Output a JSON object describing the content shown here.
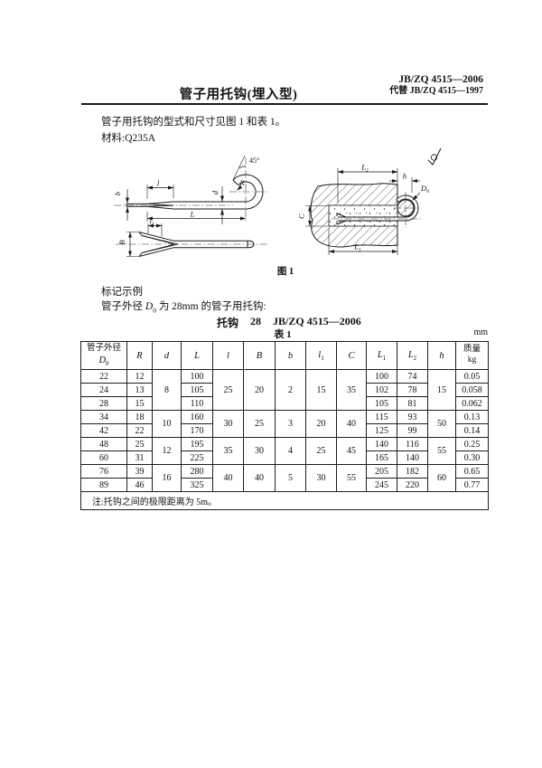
{
  "header": {
    "title": "管子用托钩(埋入型)",
    "doc_no": "JB/ZQ 4515—2006",
    "supersedes": "代替 JB/ZQ 4515—1997"
  },
  "body": {
    "intro": "管子用托钩的型式和尺寸见图 1 和表 1。",
    "material": "材料:Q235A",
    "marking_heading": "标记示例",
    "marking": {
      "pre": "管子外径 ",
      "sym": "D",
      "sub": "0",
      "post": " 为 28mm 的管子用托钩:"
    },
    "designation": {
      "name": "托钩",
      "size": "28",
      "std": "JB/ZQ 4515—2006"
    }
  },
  "figure": {
    "caption": "图 1",
    "labels": {
      "angle": "45°",
      "R": "R",
      "l": "l",
      "b": "b",
      "d": "d",
      "L": "L",
      "l1": "l",
      "l1sub": "1",
      "B": "B",
      "L2": "L",
      "L2sub": "2",
      "h": "h",
      "D0": "D",
      "D0sub": "0",
      "C": "C",
      "L1": "L",
      "L1sub": "1"
    }
  },
  "table": {
    "caption": "表 1",
    "unit": "mm",
    "headers": {
      "col1_line1": "管子外径",
      "col1_sym": "D",
      "col1_sub": "0",
      "R": "R",
      "d": "d",
      "L": "L",
      "l": "l",
      "B": "B",
      "b": "b",
      "l1": "l",
      "l1_sub": "1",
      "C": "C",
      "L1": "L",
      "L1_sub": "1",
      "L2": "L",
      "L2_sub": "2",
      "h": "h",
      "mass_line1": "质量",
      "mass_line2": "kg"
    },
    "groups": [
      {
        "d": "8",
        "l": "25",
        "B": "20",
        "b": "2",
        "l1": "15",
        "C": "35",
        "h": "15"
      },
      {
        "d": "10",
        "l": "30",
        "B": "25",
        "b": "3",
        "l1": "20",
        "C": "40",
        "h": "50"
      },
      {
        "d": "12",
        "l": "35",
        "B": "30",
        "b": "4",
        "l1": "25",
        "C": "45",
        "h": "55"
      },
      {
        "d": "16",
        "l": "40",
        "B": "40",
        "b": "5",
        "l1": "30",
        "C": "55",
        "h": "60"
      }
    ],
    "rows": [
      {
        "d0": "22",
        "R": "12",
        "L": "100",
        "L1": "100",
        "L2": "74",
        "mass": "0.05"
      },
      {
        "d0": "24",
        "R": "13",
        "L": "105",
        "L1": "102",
        "L2": "78",
        "mass": "0.058"
      },
      {
        "d0": "28",
        "R": "15",
        "L": "110",
        "L1": "105",
        "L2": "81",
        "mass": "0.062"
      },
      {
        "d0": "34",
        "R": "18",
        "L": "160",
        "L1": "115",
        "L2": "93",
        "mass": "0.13"
      },
      {
        "d0": "42",
        "R": "22",
        "L": "170",
        "L1": "125",
        "L2": "99",
        "mass": "0.14"
      },
      {
        "d0": "48",
        "R": "25",
        "L": "195",
        "L1": "140",
        "L2": "116",
        "mass": "0.25"
      },
      {
        "d0": "60",
        "R": "31",
        "L": "225",
        "L1": "165",
        "L2": "140",
        "mass": "0.30"
      },
      {
        "d0": "76",
        "R": "39",
        "L": "280",
        "L1": "205",
        "L2": "182",
        "mass": "0.65"
      },
      {
        "d0": "89",
        "R": "46",
        "L": "325",
        "L1": "245",
        "L2": "220",
        "mass": "0.77"
      }
    ],
    "note": "注:托钩之间的极限距离为 5m。"
  }
}
